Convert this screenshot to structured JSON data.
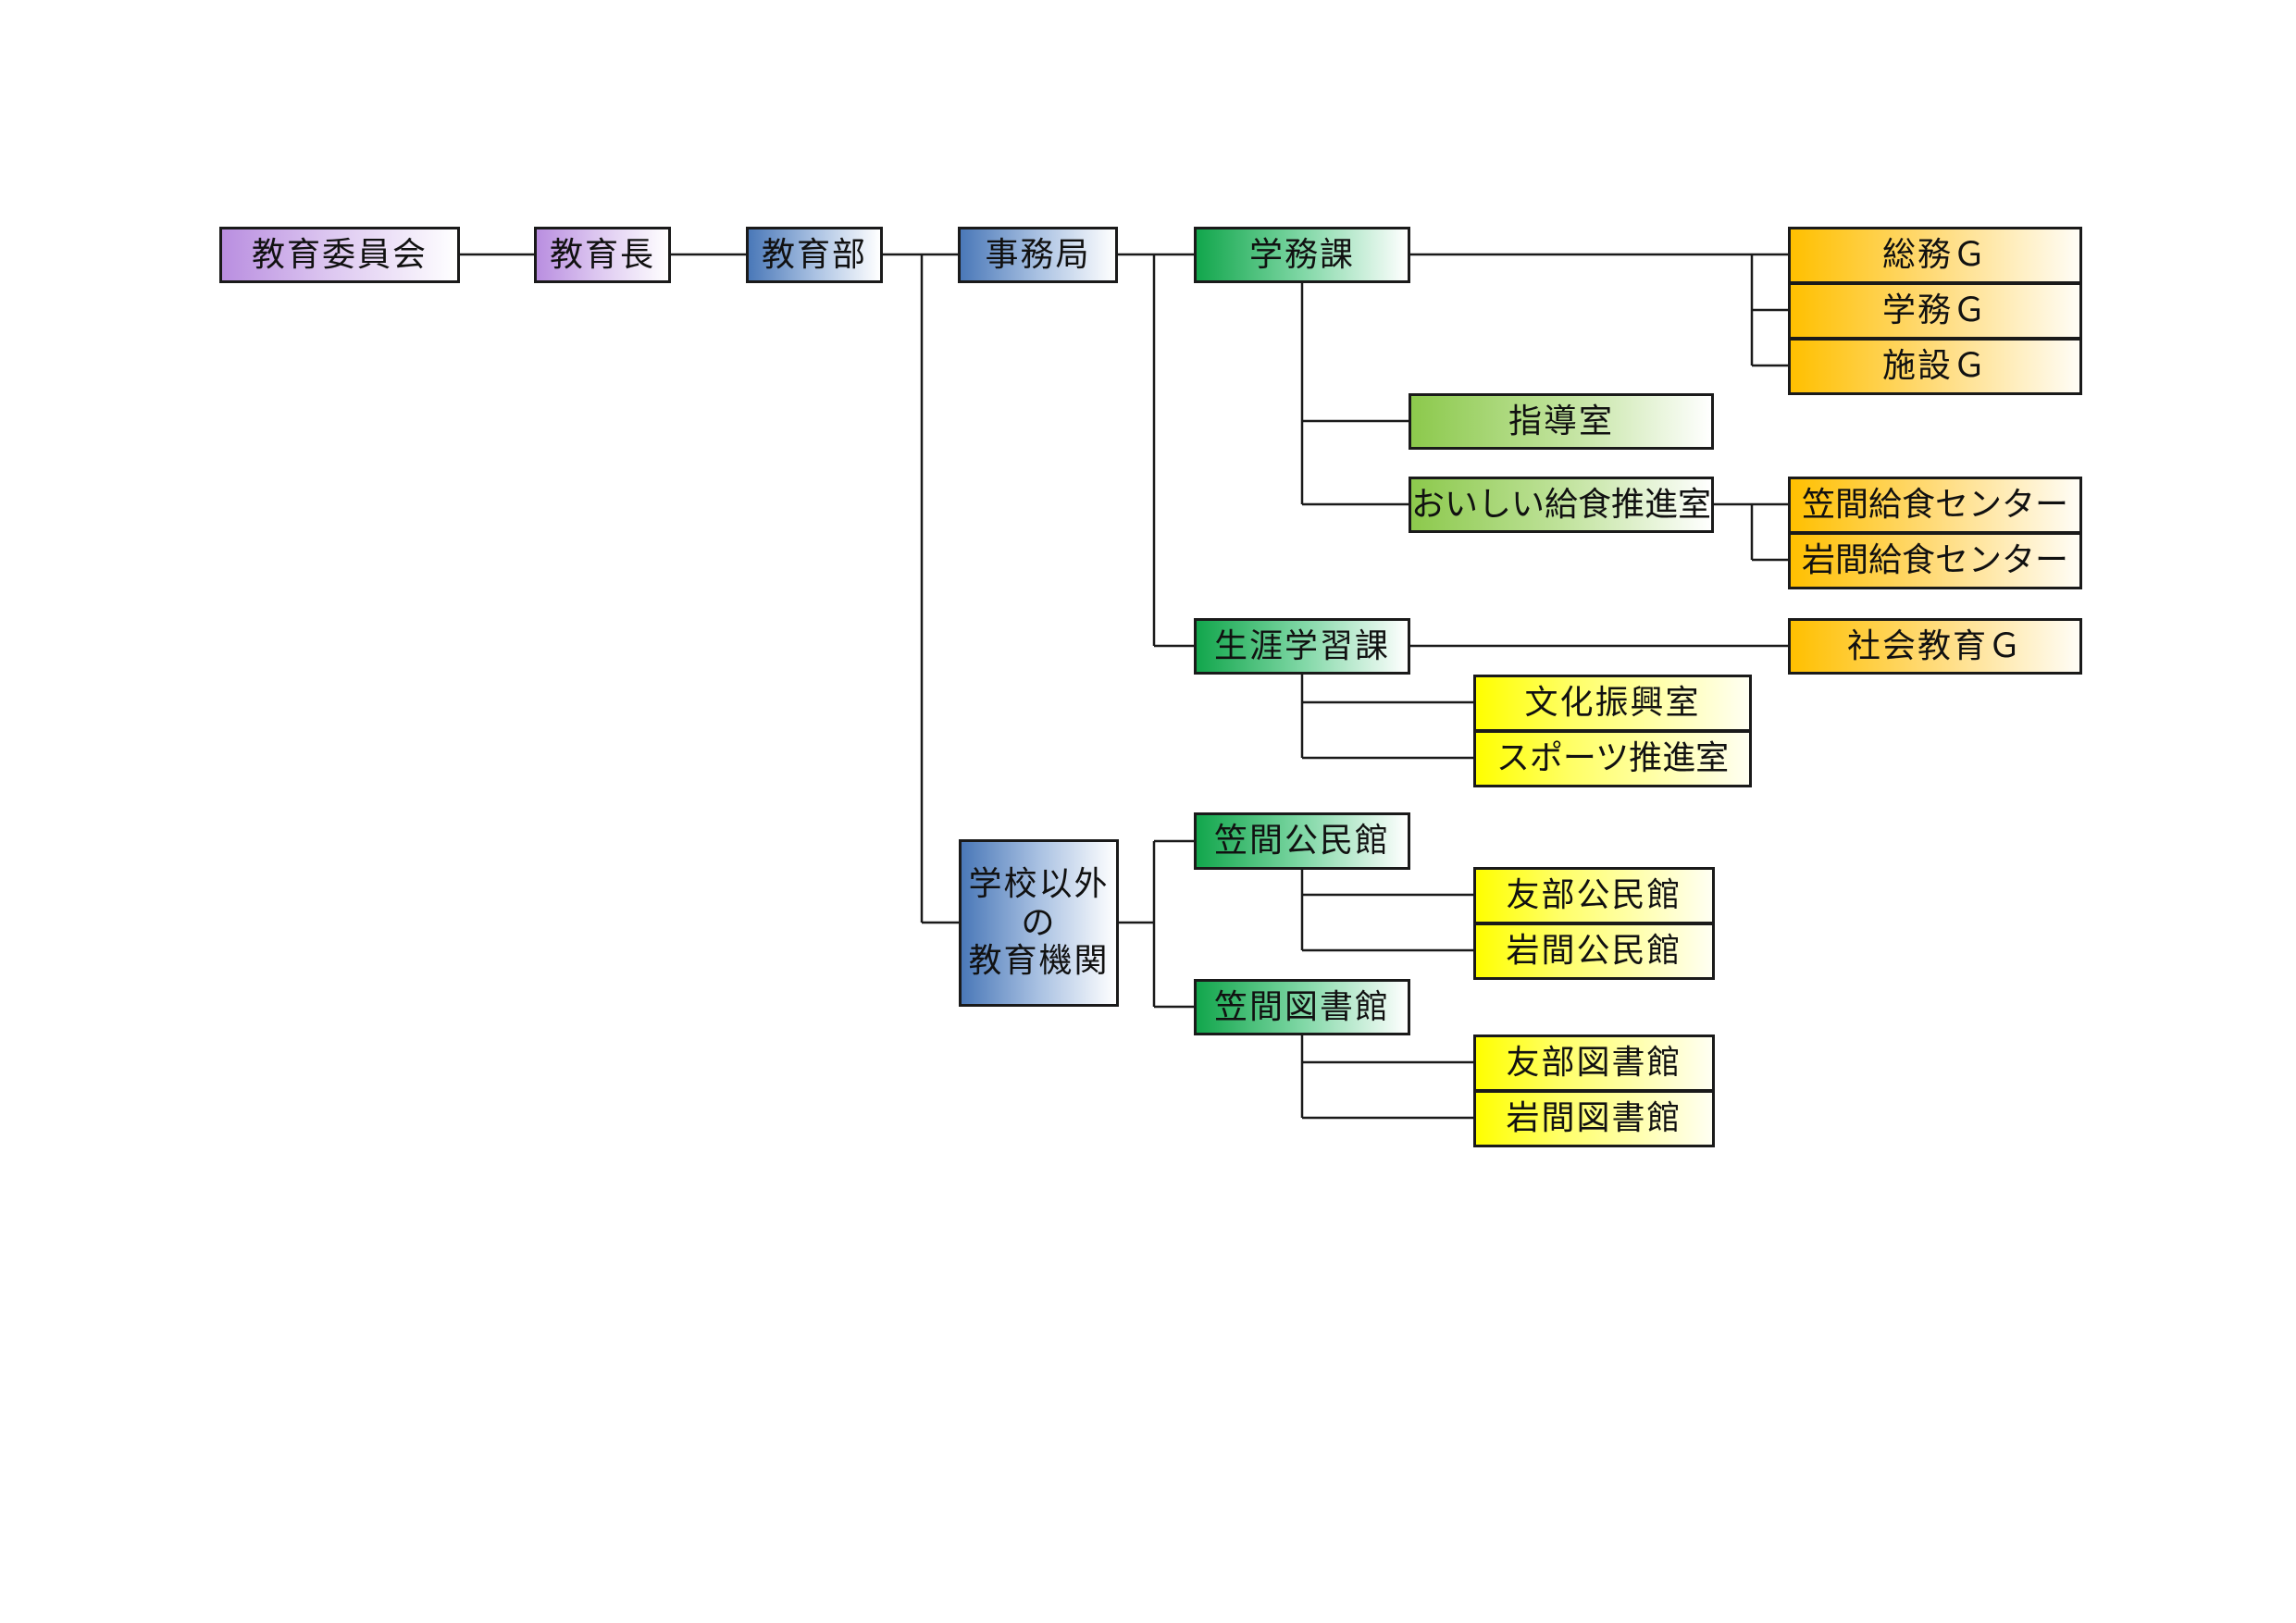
{
  "chart": {
    "title": "",
    "nodes": {
      "board_of_education": "教育委員会",
      "superintendent": "教育長",
      "education_department": "教育部",
      "secretariat": "事務局",
      "school_affairs_division": "学務課",
      "general_affairs_group": "総務Ｇ",
      "school_affairs_group": "学務Ｇ",
      "facilities_group": "施設Ｇ",
      "guidance_office": "指導室",
      "school_lunch_office": "おいしい給食推進室",
      "kasama_lunch_center": "笠間給食センター",
      "iwama_lunch_center": "岩間給食センター",
      "lifelong_learning_division": "生涯学習課",
      "social_education_group": "社会教育Ｇ",
      "culture_promotion_office": "文化振興室",
      "sports_promotion_office": "スポーツ推進室",
      "non_school_institutions_line1": "学校以外",
      "non_school_institutions_line2": "の",
      "non_school_institutions_line3": "教育機関",
      "kasama_community_hall": "笠間公民館",
      "tomobe_community_hall": "友部公民館",
      "iwama_community_hall": "岩間公民館",
      "kasama_library": "笠間図書館",
      "tomobe_library": "友部図書館",
      "iwama_library": "岩間図書館"
    },
    "colors": {
      "executive": "#b98ee0",
      "department": "#4a78b8",
      "division": "#12a64c",
      "office": "#8cc94c",
      "group": "#ffc000",
      "facility": "#ffff00",
      "line": "#1a1a1a"
    }
  }
}
